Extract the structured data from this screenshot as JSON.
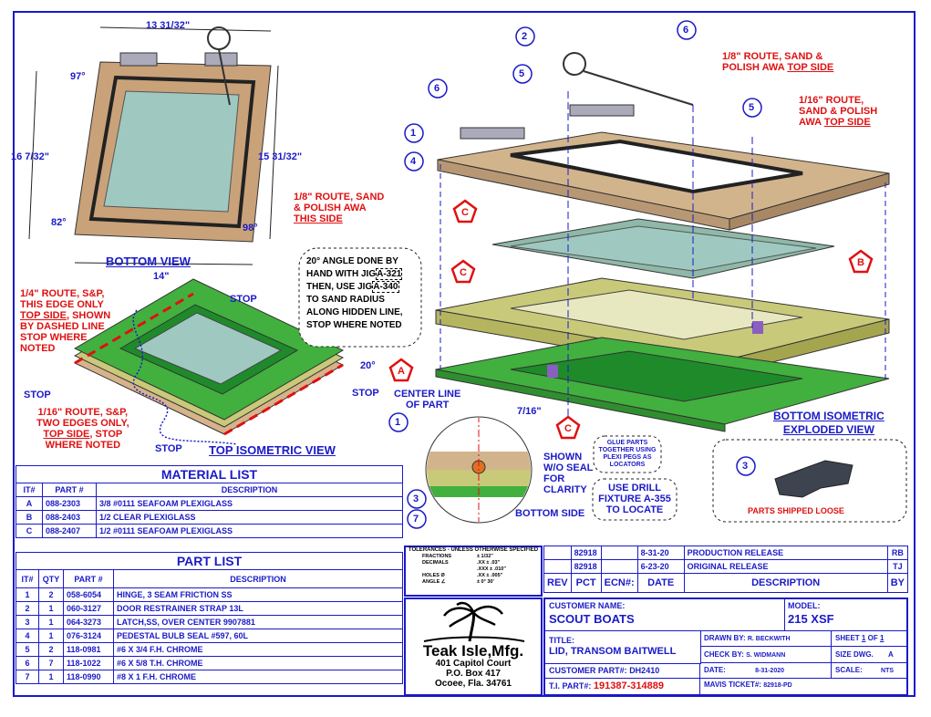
{
  "bottom_view": {
    "title": "BOTTOM VIEW",
    "dim_top": "13 31/32\"",
    "dim_left": "16 7/32\"",
    "dim_right": "15 31/32\"",
    "dim_bottom": "14\"",
    "angle_tl": "97°",
    "angle_bl": "82°",
    "angle_br": "98°"
  },
  "top_iso": {
    "title": "TOP ISOMETRIC VIEW",
    "note_route_18_line1": "1/8\" ROUTE, SAND",
    "note_route_18_line2": "& POLISH AWA",
    "note_route_18_line3": "THIS SIDE",
    "note_14_l1": "1/4\" ROUTE, S&P,",
    "note_14_l2": "THIS EDGE ONLY",
    "note_14_l3": "TOP SIDE",
    "note_14_l3b": ", SHOWN",
    "note_14_l4": "BY DASHED LINE",
    "note_14_l5": "STOP WHERE",
    "note_14_l6": "NOTED",
    "note_116_l1": "1/16\" ROUTE, S&P,",
    "note_116_l2": "TWO EDGES ONLY,",
    "note_116_l3": "TOP SIDE",
    "note_116_l3b": ", STOP",
    "note_116_l4": "WHERE NOTED",
    "stop": "STOP",
    "angle_20": "20°",
    "bubble_l1": "20° ANGLE DONE BY",
    "bubble_l2": "HAND WITH JIG",
    "bubble_jig1": "A-321",
    "bubble_l3": "THEN, USE JIG",
    "bubble_jig2": "A-340",
    "bubble_l4": "TO SAND RADIUS",
    "bubble_l5": "ALONG HIDDEN LINE,",
    "bubble_l6": "STOP WHERE NOTED"
  },
  "detail": {
    "center_line_l1": "CENTER LINE",
    "center_line_l2": "OF PART",
    "dim": "7/16\"",
    "shown_l1": "SHOWN",
    "shown_l2": "W/O SEAL",
    "shown_l3": "FOR",
    "shown_l4": "CLARITY",
    "bottom_side": "BOTTOM SIDE",
    "glue_l1": "GLUE PARTS",
    "glue_l2": "TOGETHER USING",
    "glue_l3": "PLEXI PEGS AS",
    "glue_l4": "LOCATORS",
    "drill_l1": "USE DRILL",
    "drill_l2": "FIXTURE A-355",
    "drill_l3": "TO LOCATE"
  },
  "exploded": {
    "title_l1": "BOTTOM ISOMETRIC",
    "title_l2": "EXPLODED VIEW",
    "note_18_l1": "1/8\" ROUTE, SAND &",
    "note_18_l2": "POLISH AWA ",
    "note_18_l2b": "TOP SIDE",
    "note_116_l1": "1/16\" ROUTE,",
    "note_116_l2": "SAND & POLISH",
    "note_116_l3": "AWA ",
    "note_116_l3b": "TOP SIDE",
    "shipped_loose": "PARTS SHIPPED LOOSE"
  },
  "balloons": {
    "b1": "1",
    "b2": "2",
    "b3": "3",
    "b4": "4",
    "b5": "5",
    "b6": "6",
    "b7": "7"
  },
  "material_tags": {
    "a": "A",
    "b": "B",
    "c": "C"
  },
  "material_list": {
    "title": "MATERIAL LIST",
    "headers": [
      "IT#",
      "PART #",
      "DESCRIPTION"
    ],
    "rows": [
      [
        "A",
        "088-2303",
        "3/8 #0111 SEAFOAM PLEXIGLASS"
      ],
      [
        "B",
        "088-2403",
        "1/2 CLEAR PLEXIGLASS"
      ],
      [
        "C",
        "088-2407",
        "1/2 #0111 SEAFOAM PLEXIGLASS"
      ]
    ]
  },
  "part_list": {
    "title": "PART LIST",
    "headers": [
      "IT#",
      "QTY",
      "PART #",
      "DESCRIPTION"
    ],
    "rows": [
      [
        "1",
        "2",
        "058-6054",
        "HINGE, 3 SEAM FRICTION SS"
      ],
      [
        "2",
        "1",
        "060-3127",
        "DOOR RESTRAINER STRAP 13L"
      ],
      [
        "3",
        "1",
        "064-3273",
        "LATCH,SS, OVER CENTER 9907881"
      ],
      [
        "4",
        "1",
        "076-3124",
        "PEDESTAL BULB SEAL #597, 60L"
      ],
      [
        "5",
        "2",
        "118-0981",
        "#6 X 3/4 F.H. CHROME"
      ],
      [
        "6",
        "7",
        "118-1022",
        "#6 X 5/8 T.H. CHROME"
      ],
      [
        "7",
        "1",
        "118-0990",
        "#8 X 1 F.H. CHROME"
      ]
    ]
  },
  "tolerances": {
    "title": "TOLERANCES - UNLESS OTHERWISE SPECIFIED",
    "fractions": "FRACTIONS",
    "fractions_v": "± 1/32\"",
    "decimals": "DECIMALS",
    "dec_xx": ".XX   ± .03\"",
    "dec_xxx": ".XXX  ± .010\"",
    "holes": "HOLES   Ø",
    "holes_v": ".XX   ± .005\"",
    "angle": "ANGLE   ∠",
    "angle_v": "± 0° 30'"
  },
  "revisions": {
    "rows": [
      {
        "rev": "",
        "pct": "82918",
        "ecn": "",
        "date": "8-31-20",
        "desc": "PRODUCTION RELEASE",
        "by": "RB"
      },
      {
        "rev": "",
        "pct": "82918",
        "ecn": "",
        "date": "6-23-20",
        "desc": "ORIGINAL RELEASE",
        "by": "TJ"
      }
    ],
    "headers": {
      "rev": "REV",
      "pct": "PCT",
      "ecn": "ECN#:",
      "date": "DATE",
      "desc": "DESCRIPTION",
      "by": "BY"
    }
  },
  "company": {
    "name": "Teak Isle,Mfg.",
    "addr1": "401 Capitol Court",
    "addr2": "P.O. Box 417",
    "addr3": "Ocoee, Fla. 34761"
  },
  "title_block": {
    "customer_name_label": "CUSTOMER NAME:",
    "customer_name": "SCOUT BOATS",
    "model_label": "MODEL:",
    "model": "215 XSF",
    "title_label": "TITLE:",
    "title": "LID, TRANSOM BAITWELL",
    "customer_part_label": "CUSTOMER PART#:",
    "customer_part": "DH2410",
    "ti_part_label": "T.I. PART#:",
    "ti_part": "191387-314889",
    "drawn_by_label": "DRAWN BY:",
    "drawn_by": "R. BECKWITH",
    "check_by_label": "CHECK BY:",
    "check_by": "S. WIDMANN",
    "date_label": "DATE:",
    "date": "8-31-2020",
    "mavis_label": "MAVIS TICKET#:",
    "mavis": "82918-PD",
    "sheet_label": "SHEET",
    "sheet": "1",
    "sheet_of": "OF",
    "sheet_total": "1",
    "size_label": "SIZE DWG.",
    "size": "A",
    "scale_label": "SCALE:",
    "scale": "NTS"
  },
  "colors": {
    "border": "#1a1ac8",
    "red": "#e01010",
    "green": "#3cb043",
    "tan": "#d2b48c",
    "olive": "#c9c97a",
    "glass": "#8fb8a8"
  }
}
